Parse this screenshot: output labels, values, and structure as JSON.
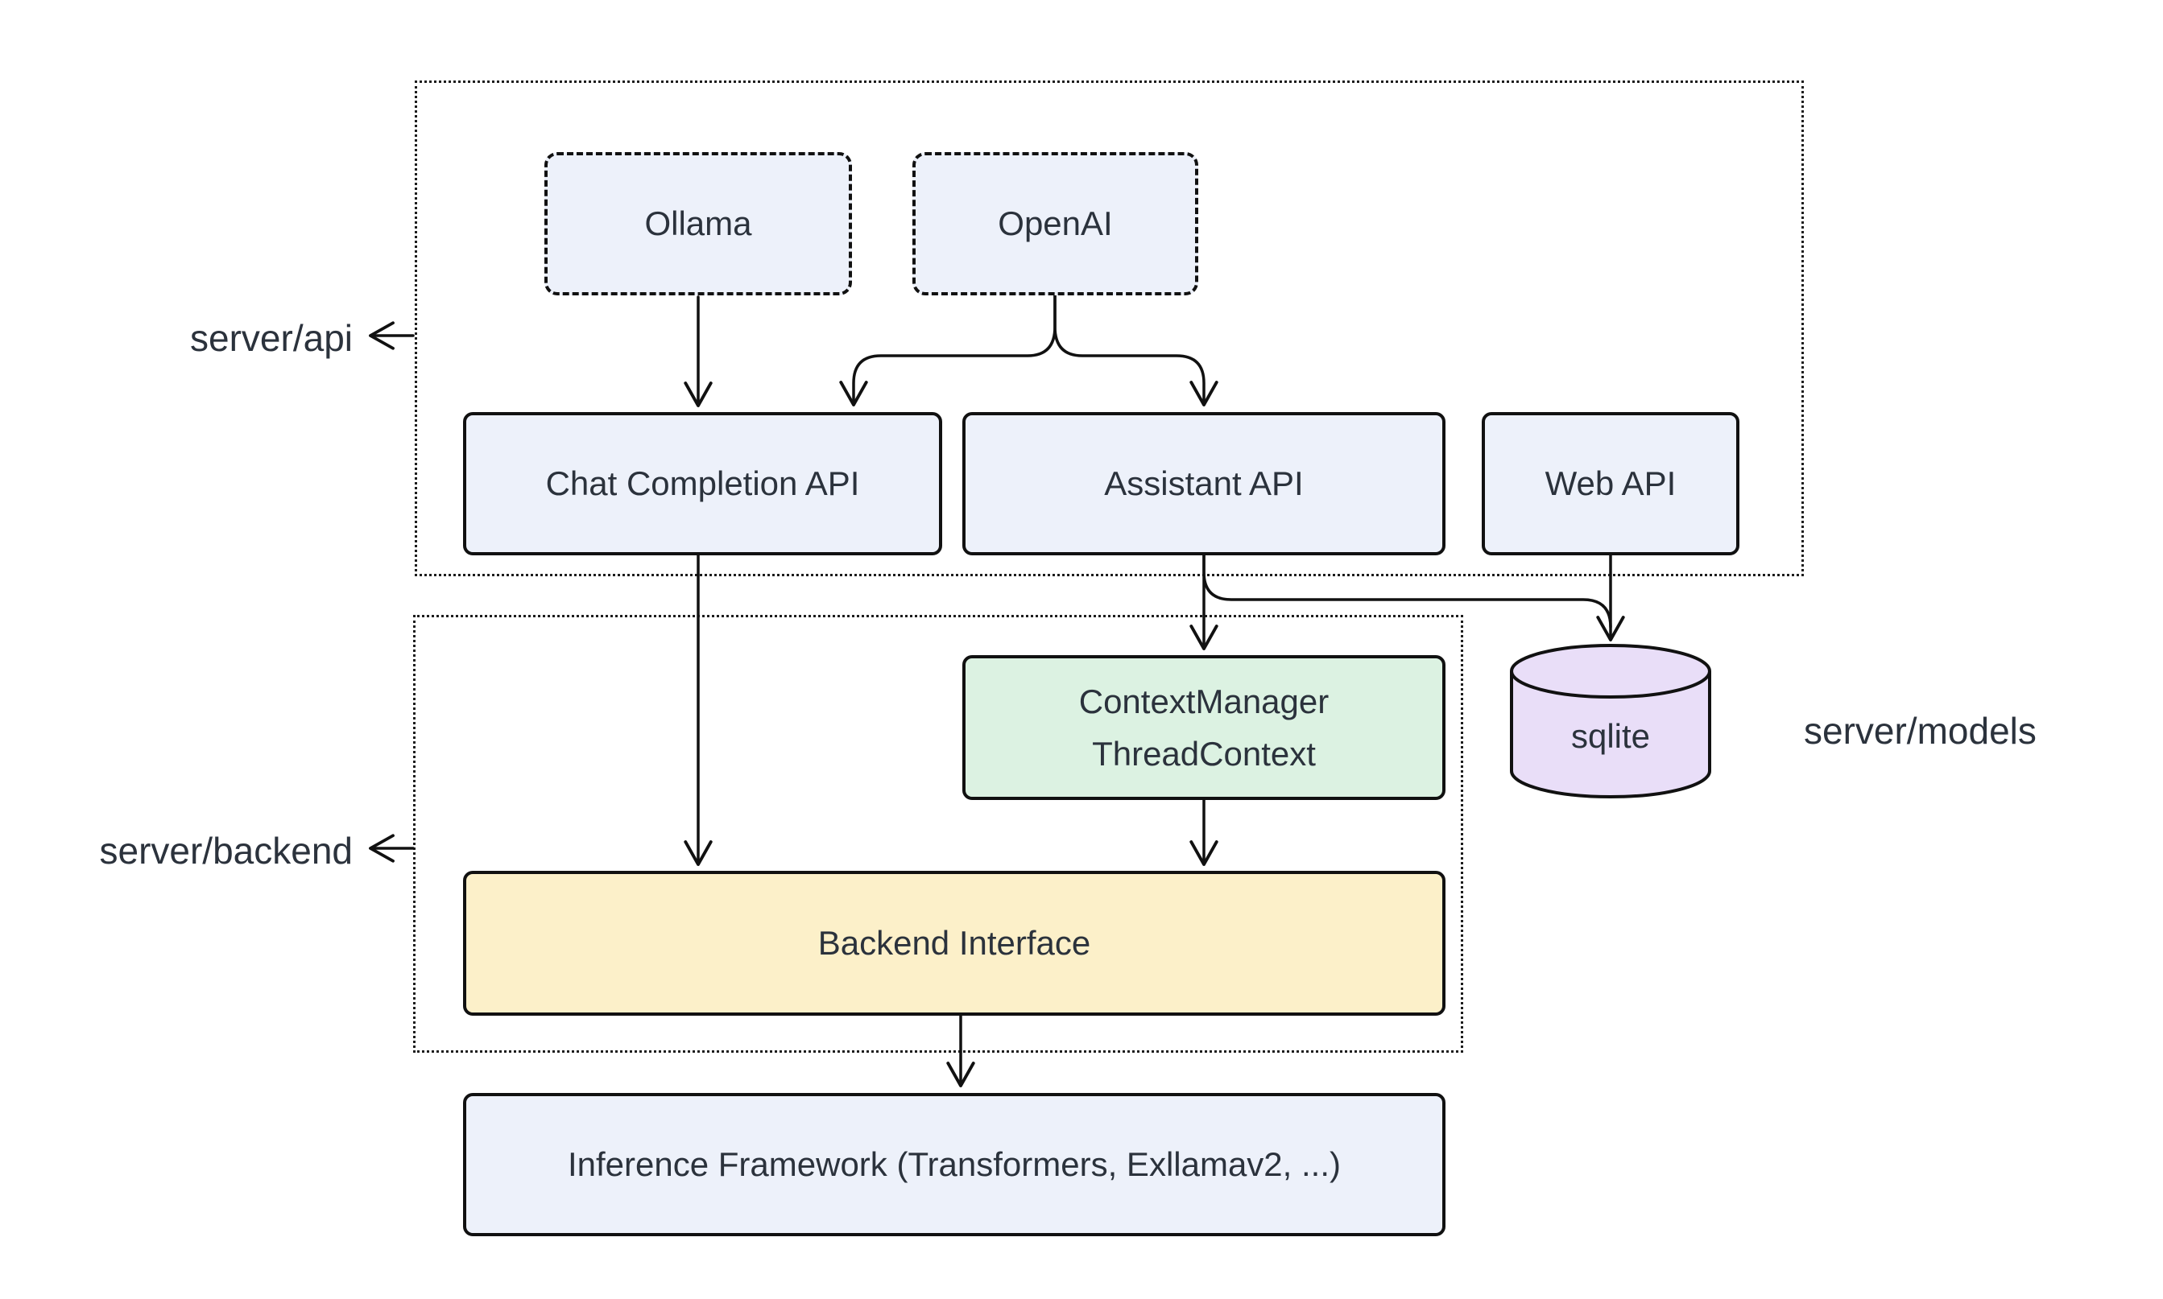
{
  "diagram": {
    "colors": {
      "node_blue": "#edf1fa",
      "node_green": "#dcf2e2",
      "node_yellow": "#fcf0c9",
      "node_purple": "#e9def8",
      "stroke": "#111111",
      "text": "#2b323c",
      "background": "#ffffff"
    },
    "groups": {
      "server_api": {
        "label": "server/api"
      },
      "server_backend": {
        "label": "server/backend"
      },
      "server_models": {
        "label": "server/models"
      }
    },
    "nodes": {
      "ollama": {
        "label": "Ollama"
      },
      "openai": {
        "label": "OpenAI"
      },
      "chat_completion_api": {
        "label": "Chat Completion API"
      },
      "assistant_api": {
        "label": "Assistant API"
      },
      "web_api": {
        "label": "Web API"
      },
      "context_manager": {
        "lines": [
          "ContextManager",
          "ThreadContext"
        ]
      },
      "sqlite": {
        "label": "sqlite"
      },
      "backend_interface": {
        "label": "Backend Interface"
      },
      "inference_framework": {
        "label": "Inference Framework (Transformers, Exllamav2, ...)"
      }
    }
  }
}
